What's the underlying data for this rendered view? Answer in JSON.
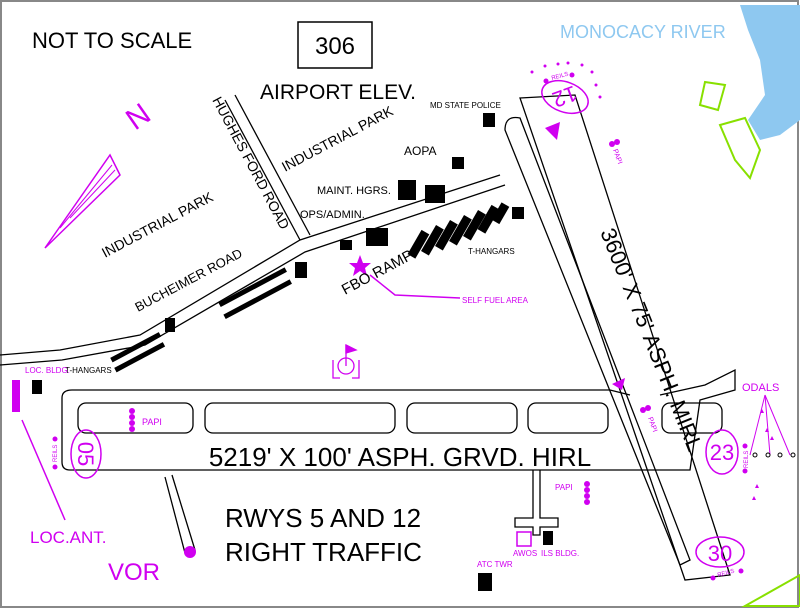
{
  "header": {
    "scale_note": "NOT TO SCALE",
    "elevation_value": "306",
    "elevation_label": "AIRPORT ELEV.",
    "north": "N"
  },
  "features": {
    "river": "MONOCACY RIVER",
    "road_hughes": "HUGHES FORD ROAD",
    "road_bucheimer": "BUCHEIMER ROAD",
    "industrial_park_1": "INDUSTRIAL PARK",
    "industrial_park_2": "INDUSTRIAL PARK",
    "md_state_police": "MD STATE POLICE",
    "aopa": "AOPA",
    "maint_hgrs": "MAINT. HGRS.",
    "ops_admin": "OPS/ADMIN.",
    "t_hangars_1": "T-HANGARS",
    "t_hangars_2": "T-HANGARS",
    "fbo_ramp": "FBO RAMP",
    "self_fuel": "SELF FUEL AREA",
    "loc_bldg": "LOC. BLDG.",
    "loc_ant": "LOC.ANT.",
    "vor": "VOR",
    "awos": "AWOS",
    "ils_bldg": "ILS BLDG.",
    "atc_twr": "ATC TWR",
    "odals": "ODALS"
  },
  "runways": {
    "main": {
      "ends": [
        "05",
        "23"
      ],
      "desc": "5219' X 100' ASPH. GRVD. HIRL"
    },
    "secondary": {
      "ends": [
        "12",
        "30"
      ],
      "desc": "3600' X 75' ASPH. MIRL"
    },
    "traffic_note_1": "RWYS 5 AND 12",
    "traffic_note_2": "RIGHT TRAFFIC"
  },
  "lighting": {
    "papi_05": "PAPI",
    "papi_23": "PAPI",
    "papi_12": "PAPI",
    "papi_30": "PAPI",
    "reils_05": "REILS",
    "reils_23": "REILS",
    "reils_12": "REILS",
    "reils_30": "REILS"
  },
  "colors": {
    "lighting": "#d000f0",
    "water": "#8ec8f0",
    "veg": "#88e000"
  }
}
